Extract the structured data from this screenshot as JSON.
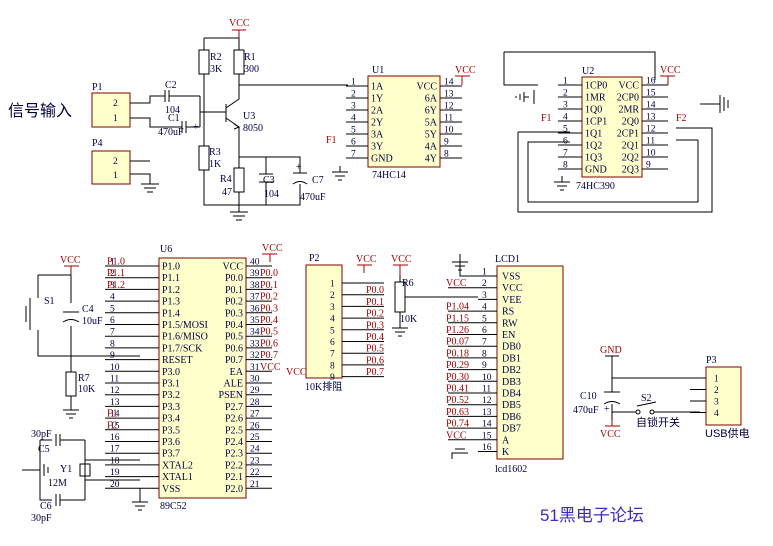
{
  "signal_label": "信号输入",
  "watermark": "51黑电子论坛",
  "vcc": "VCC",
  "gnd": "GND",
  "p1": {
    "ref": "P1",
    "pins": [
      "2",
      "1"
    ]
  },
  "p4": {
    "ref": "P4",
    "pins": [
      "2",
      "1"
    ]
  },
  "r2": {
    "ref": "R2",
    "value": "3K"
  },
  "r1": {
    "ref": "R1",
    "value": "300"
  },
  "r3": {
    "ref": "R3",
    "value": "1K"
  },
  "r4": {
    "ref": "R4",
    "value": "47"
  },
  "c2": {
    "ref": "C2",
    "value": "104"
  },
  "c1": {
    "ref": "C1",
    "value": "470uF"
  },
  "c3": {
    "ref": "C3",
    "value": "104"
  },
  "c7": {
    "ref": "C7",
    "value": "470uF"
  },
  "u3": {
    "ref": "U3",
    "value": "8050"
  },
  "f1": "F1",
  "f2": "F2",
  "u1": {
    "ref": "U1",
    "part": "74HC14",
    "left_pins": [
      {
        "n": "1",
        "name": "1A"
      },
      {
        "n": "2",
        "name": "1Y"
      },
      {
        "n": "3",
        "name": "2A"
      },
      {
        "n": "4",
        "name": "2Y"
      },
      {
        "n": "5",
        "name": "3A"
      },
      {
        "n": "6",
        "name": "3Y"
      },
      {
        "n": "7",
        "name": "GND"
      }
    ],
    "right_pins": [
      {
        "n": "14",
        "name": "VCC"
      },
      {
        "n": "13",
        "name": "6A"
      },
      {
        "n": "12",
        "name": "6Y"
      },
      {
        "n": "11",
        "name": "5A"
      },
      {
        "n": "10",
        "name": "5Y"
      },
      {
        "n": "9",
        "name": "4A"
      },
      {
        "n": "8",
        "name": "4Y"
      }
    ]
  },
  "u2": {
    "ref": "U2",
    "part": "74HC390",
    "left_pins": [
      {
        "n": "1",
        "name": "1CP0"
      },
      {
        "n": "2",
        "name": "1MR"
      },
      {
        "n": "3",
        "name": "1Q0"
      },
      {
        "n": "4",
        "name": "1CP1"
      },
      {
        "n": "5",
        "name": "1Q1"
      },
      {
        "n": "6",
        "name": "1Q2"
      },
      {
        "n": "7",
        "name": "1Q3"
      },
      {
        "n": "8",
        "name": "GND"
      }
    ],
    "right_pins": [
      {
        "n": "16",
        "name": "VCC"
      },
      {
        "n": "15",
        "name": "2CP0"
      },
      {
        "n": "14",
        "name": "2MR"
      },
      {
        "n": "13",
        "name": "2Q0"
      },
      {
        "n": "12",
        "name": "2CP1"
      },
      {
        "n": "11",
        "name": "2Q1"
      },
      {
        "n": "10",
        "name": "2Q2"
      },
      {
        "n": "9",
        "name": "2Q3"
      }
    ]
  },
  "u6": {
    "ref": "U6",
    "part": "89C52",
    "left_pins": [
      {
        "n": "1",
        "name": "P1.0",
        "net": "P1.0"
      },
      {
        "n": "2",
        "name": "P1.1",
        "net": "P1.1"
      },
      {
        "n": "3",
        "name": "P1.2",
        "net": "P1.2"
      },
      {
        "n": "4",
        "name": "P1.3",
        "net": ""
      },
      {
        "n": "5",
        "name": "P1.4",
        "net": ""
      },
      {
        "n": "6",
        "name": "P1.5/MOSI",
        "net": ""
      },
      {
        "n": "7",
        "name": "P1.6/MISO",
        "net": ""
      },
      {
        "n": "8",
        "name": "P1.7/SCK",
        "net": ""
      },
      {
        "n": "9",
        "name": "RESET",
        "net": ""
      },
      {
        "n": "10",
        "name": "P3.0",
        "net": ""
      },
      {
        "n": "11",
        "name": "P3.1",
        "net": ""
      },
      {
        "n": "12",
        "name": "P3.2",
        "net": ""
      },
      {
        "n": "13",
        "name": "P3.3",
        "net": ""
      },
      {
        "n": "14",
        "name": "P3.4",
        "net": "F1"
      },
      {
        "n": "15",
        "name": "P3.5",
        "net": "F2"
      },
      {
        "n": "16",
        "name": "P3.6",
        "net": ""
      },
      {
        "n": "17",
        "name": "P3.7",
        "net": ""
      },
      {
        "n": "18",
        "name": "XTAL2",
        "net": ""
      },
      {
        "n": "19",
        "name": "XTAL1",
        "net": ""
      },
      {
        "n": "20",
        "name": "VSS",
        "net": ""
      }
    ],
    "right_pins": [
      {
        "n": "40",
        "name": "VCC",
        "net": ""
      },
      {
        "n": "39",
        "name": "P0.0",
        "net": "P0.0"
      },
      {
        "n": "38",
        "name": "P0.1",
        "net": "P0.1"
      },
      {
        "n": "37",
        "name": "P0.2",
        "net": "P0.2"
      },
      {
        "n": "36",
        "name": "P0.3",
        "net": "P0.3"
      },
      {
        "n": "35",
        "name": "P0.4",
        "net": "P0.4"
      },
      {
        "n": "34",
        "name": "P0.5",
        "net": "P0.5"
      },
      {
        "n": "33",
        "name": "P0.6",
        "net": "P0.6"
      },
      {
        "n": "32",
        "name": "P0.7",
        "net": "P0.7"
      },
      {
        "n": "31",
        "name": "EA",
        "net": "VCC"
      },
      {
        "n": "30",
        "name": "ALE",
        "net": ""
      },
      {
        "n": "29",
        "name": "PSEN",
        "net": ""
      },
      {
        "n": "28",
        "name": "P2.7",
        "net": ""
      },
      {
        "n": "27",
        "name": "P2.6",
        "net": ""
      },
      {
        "n": "26",
        "name": "P2.5",
        "net": ""
      },
      {
        "n": "25",
        "name": "P2.4",
        "net": ""
      },
      {
        "n": "24",
        "name": "P2.3",
        "net": ""
      },
      {
        "n": "23",
        "name": "P2.2",
        "net": ""
      },
      {
        "n": "22",
        "name": "P2.1",
        "net": ""
      },
      {
        "n": "21",
        "name": "P2.0",
        "net": ""
      }
    ]
  },
  "p2": {
    "ref": "P2",
    "part": "10K排阻",
    "pins": [
      "1",
      "2",
      "3",
      "4",
      "5",
      "6",
      "7",
      "8",
      "9"
    ],
    "nets": [
      "P0.0",
      "P0.1",
      "P0.2",
      "P0.3",
      "P0.4",
      "P0.5",
      "P0.6",
      "P0.7"
    ]
  },
  "r6": {
    "ref": "R6",
    "value": "10K"
  },
  "lcd1": {
    "ref": "LCD1",
    "part": "lcd1602",
    "pins": [
      {
        "n": "1",
        "name": "VSS",
        "net": ""
      },
      {
        "n": "2",
        "name": "VCC",
        "net": "VCC"
      },
      {
        "n": "3",
        "name": "VEE",
        "net": ""
      },
      {
        "n": "4",
        "name": "RS",
        "net": "P1.04"
      },
      {
        "n": "5",
        "name": "RW",
        "net": "P1.15"
      },
      {
        "n": "6",
        "name": "EN",
        "net": "P1.26"
      },
      {
        "n": "7",
        "name": "DB0",
        "net": "P0.07"
      },
      {
        "n": "8",
        "name": "DB1",
        "net": "P0.18"
      },
      {
        "n": "9",
        "name": "DB2",
        "net": "P0.29"
      },
      {
        "n": "10",
        "name": "DB3",
        "net": "P0.30"
      },
      {
        "n": "11",
        "name": "DB4",
        "net": "P0.41"
      },
      {
        "n": "12",
        "name": "DB5",
        "net": "P0.52"
      },
      {
        "n": "13",
        "name": "DB6",
        "net": "P0.63"
      },
      {
        "n": "14",
        "name": "DB7",
        "net": "P0.74"
      },
      {
        "n": "15",
        "name": "A",
        "net": "VCC"
      },
      {
        "n": "16",
        "name": "K",
        "net": ""
      }
    ]
  },
  "s1": "S1",
  "c4": {
    "ref": "C4",
    "value": "10uF"
  },
  "r7": {
    "ref": "R7",
    "value": "10K"
  },
  "c5": {
    "ref": "C5",
    "value": "30pF"
  },
  "c6": {
    "ref": "C6",
    "value": "30pF"
  },
  "y1": {
    "ref": "Y1",
    "value": "12M"
  },
  "c10": {
    "ref": "C10",
    "value": "470uF"
  },
  "s2": {
    "ref": "S2",
    "label": "自锁开关"
  },
  "p3": {
    "ref": "P3",
    "label": "USB供电",
    "pins": [
      "1",
      "2",
      "3",
      "4"
    ]
  }
}
